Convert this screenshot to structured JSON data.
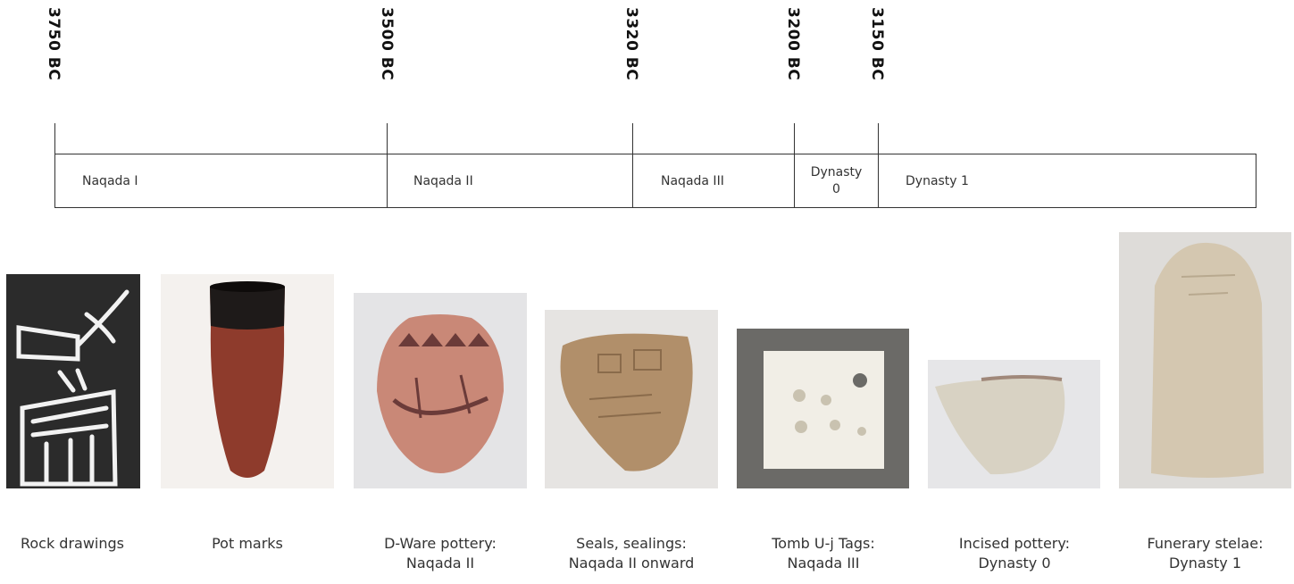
{
  "timeline": {
    "dates": [
      "3750 BC",
      "3500 BC",
      "3320 BC",
      "3200 BC",
      "3150 BC"
    ],
    "periods": [
      "Naqada I",
      "Naqada II",
      "Naqada III",
      "Dynasty\n0",
      "Dynasty 1"
    ]
  },
  "artifacts": [
    {
      "icon": "rock-drawing-image",
      "caption_line1": "Rock drawings",
      "caption_line2": ""
    },
    {
      "icon": "black-topped-pot-image",
      "caption_line1": "Pot marks",
      "caption_line2": ""
    },
    {
      "icon": "decorated-jar-image",
      "caption_line1": "D-Ware pottery:",
      "caption_line2": "Naqada II"
    },
    {
      "icon": "clay-sealing-image",
      "caption_line1": "Seals, sealings:",
      "caption_line2": "Naqada II onward"
    },
    {
      "icon": "bone-tag-image",
      "caption_line1": "Tomb U-j Tags:",
      "caption_line2": "Naqada III"
    },
    {
      "icon": "pottery-sherd-image",
      "caption_line1": "Incised pottery:",
      "caption_line2": "Dynasty 0"
    },
    {
      "icon": "stela-image",
      "caption_line1": "Funerary stelae:",
      "caption_line2": "Dynasty 1"
    }
  ],
  "colors": {
    "rock": "#2b2b2b",
    "pot_red": "#8e3b2c",
    "pot_black": "#1e1a19",
    "jar": "#c98877",
    "sealing": "#b18f6a",
    "tag": "#f1eee6",
    "sherd": "#d8d2c3",
    "stela": "#d4c7b0"
  }
}
